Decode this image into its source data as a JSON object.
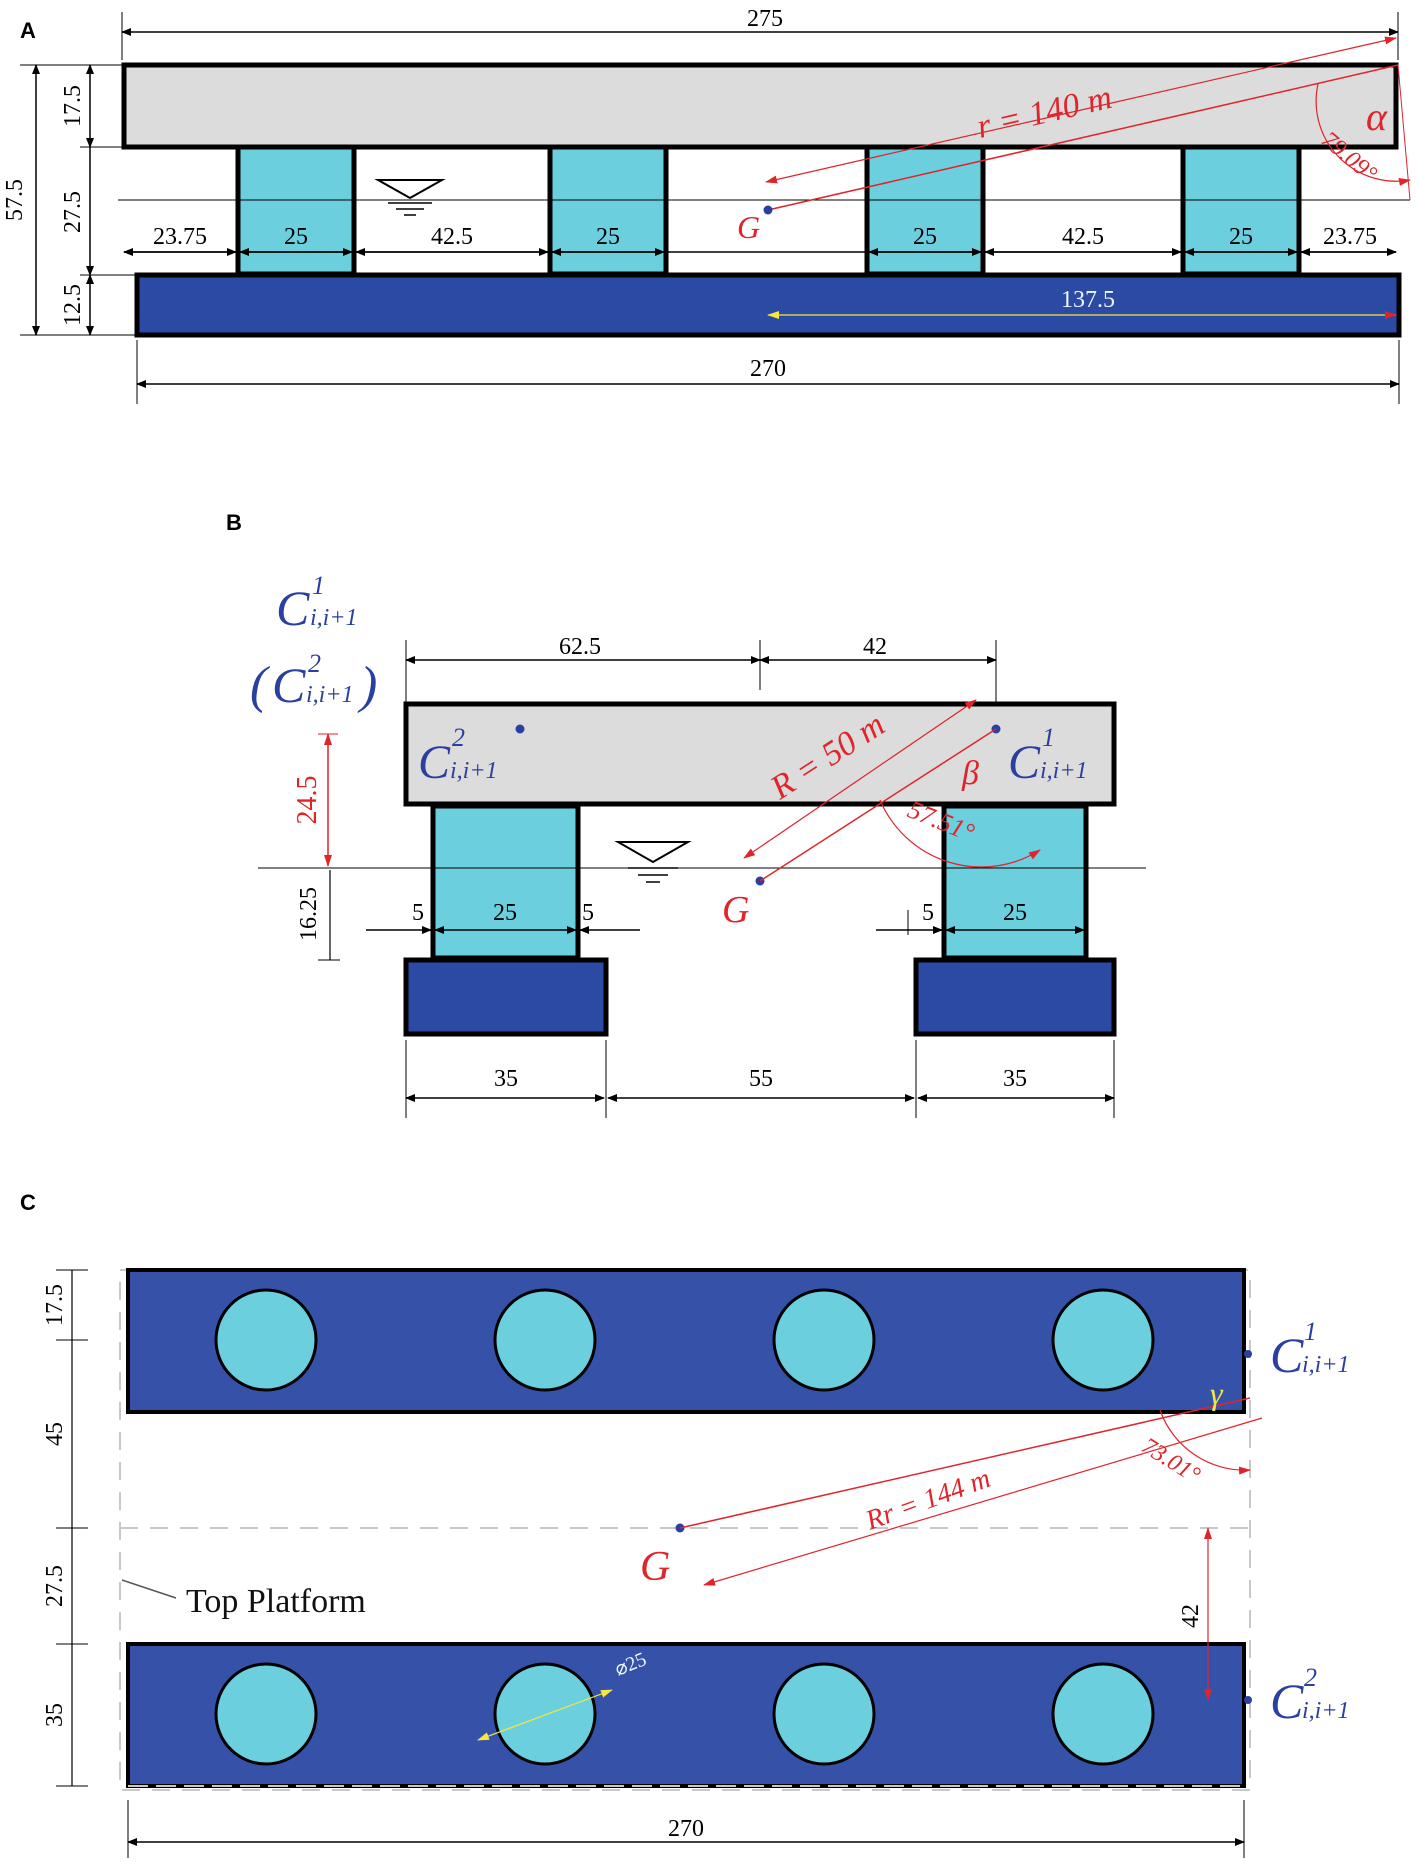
{
  "colors": {
    "deck": "#dcdcdc",
    "column": "#6ccfdd",
    "pontoon": "#2b4aa3",
    "pontoon_plan": "#3652a8",
    "dimension_red": "#e0242a",
    "label_blue": "#2a3fa0"
  },
  "panel_a": {
    "label": "A",
    "top_width": "275",
    "bottom_width": "270",
    "height_total": "57.5",
    "deck_thickness": "17.5",
    "column_height": "27.5",
    "pontoon_thickness": "12.5",
    "gap_end_left": "23.75",
    "gap_end_right": "23.75",
    "gap_inner_left": "42.5",
    "gap_inner_right": "42.5",
    "col1": "25",
    "col2": "25",
    "col3": "25",
    "col4": "25",
    "half_width": "137.5",
    "radius": "r = 140 m",
    "angle": "79.09°",
    "angle_symbol": "α",
    "cg": "G"
  },
  "panel_b": {
    "label": "B",
    "legend_top_main": "C",
    "legend_top_sub": "i,i+1",
    "legend_top_sup": "1",
    "legend_paren_open": "(",
    "legend_paren_main": "C",
    "legend_paren_sub": "i,i+1",
    "legend_paren_sup": "2",
    "legend_paren_close": ")",
    "dim_left_top": "62.5",
    "dim_right_top": "42",
    "dim_height_upper": "24.5",
    "dim_height_lower": "16.25",
    "gap_l1": "5",
    "col_l": "25",
    "gap_l2": "5",
    "gap_r1": "5",
    "col_r": "25",
    "bottom_l": "35",
    "bottom_mid": "55",
    "bottom_r": "35",
    "c2_main": "C",
    "c2_sup": "2",
    "c2_sub": "i,i+1",
    "c1_main": "C",
    "c1_sup": "1",
    "c1_sub": "i,i+1",
    "radius": "R = 50 m",
    "angle": "57.51°",
    "angle_symbol": "β",
    "cg": "G"
  },
  "panel_c": {
    "label": "C",
    "dim_17_5": "17.5",
    "dim_45": "45",
    "dim_27_5": "27.5",
    "dim_35": "35",
    "dim_42": "42",
    "width": "270",
    "diameter": "⌀25",
    "top_platform": "Top Platform",
    "radius": "Rr = 144 m",
    "angle": "73.01°",
    "angle_symbol": "γ",
    "cg": "G",
    "c1_main": "C",
    "c1_sup": "1",
    "c1_sub": "i,i+1",
    "c2_main": "C",
    "c2_sup": "2",
    "c2_sub": "i,i+1"
  }
}
